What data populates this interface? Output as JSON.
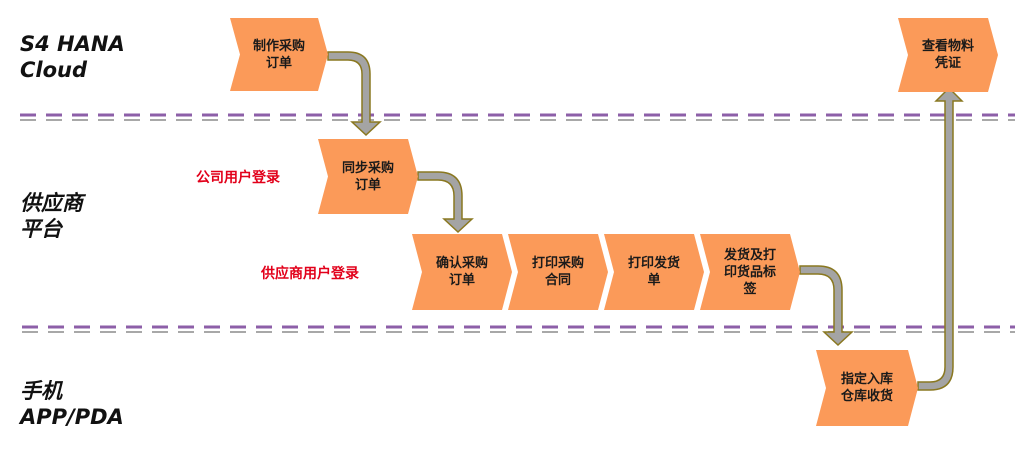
{
  "lanes": [
    {
      "lines": [
        "S4 HANA",
        "Cloud"
      ]
    },
    {
      "lines": [
        "供应商",
        "平台"
      ]
    },
    {
      "lines": [
        "手机",
        "APP/PDA"
      ]
    }
  ],
  "side_notes": {
    "company_login": "公司用户登录",
    "supplier_login": "供应商用户登录"
  },
  "steps": {
    "create_po": [
      "制作采购",
      "订单"
    ],
    "sync_po": [
      "同步采购",
      "订单"
    ],
    "confirm_po": [
      "确认采购",
      "订单"
    ],
    "print_contract": [
      "打印采购",
      "合同"
    ],
    "print_delivery": [
      "打印发货",
      "单"
    ],
    "ship_label": [
      "发货及打",
      "印货品标",
      "签"
    ],
    "receive": [
      "指定入库",
      "仓库收货"
    ],
    "view_doc": [
      "查看物料",
      "凭证"
    ]
  },
  "colors": {
    "step_fill": "#fb9a59",
    "arrow_fill": "#a4a4a4",
    "arrow_stroke": "#8a7820",
    "divider_purple": "#8d5fa8",
    "divider_gray": "#a8a8a8",
    "note_red": "#e2001a"
  }
}
